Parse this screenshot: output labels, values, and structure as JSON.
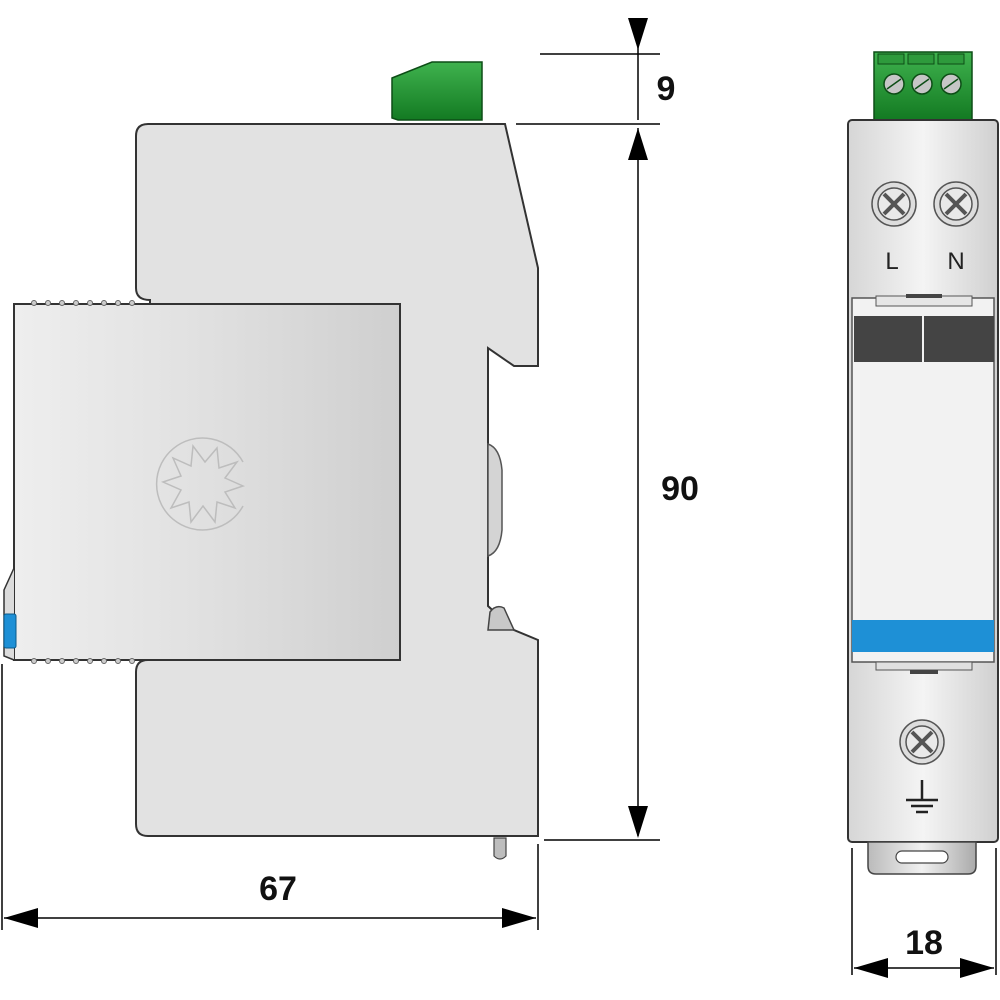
{
  "dimensions": {
    "width": "67",
    "height": "90",
    "connector_height": "9",
    "front_width": "18"
  },
  "terminals": {
    "line": "L",
    "neutral": "N"
  },
  "colors": {
    "housing": "#e2e2e2",
    "outline": "#333333",
    "connector_green": "#1e8a2e",
    "indicator_blue": "#1e90d6",
    "dark_band": "#444444",
    "dimension_line": "#000000"
  },
  "icons": [
    "lightning-burst-icon",
    "screw-terminal-icon",
    "ground-symbol-icon"
  ]
}
